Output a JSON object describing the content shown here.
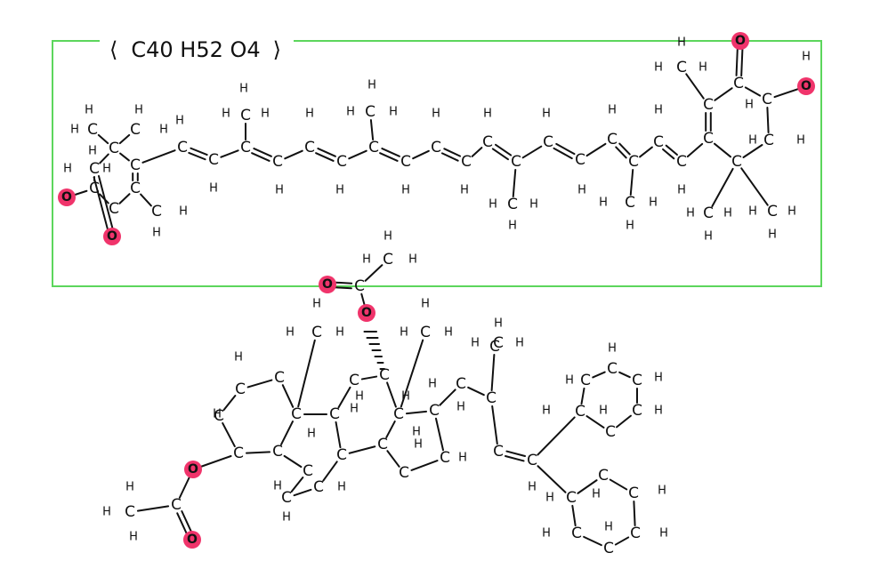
{
  "formula": "C40 H52 O4",
  "colors": {
    "frame": "#5cd65c",
    "oxygen_marker": "#f0346b",
    "ink": "#111111"
  },
  "atom_labels": {
    "carbon": "C",
    "hydrogen": "H",
    "oxygen": "O"
  }
}
